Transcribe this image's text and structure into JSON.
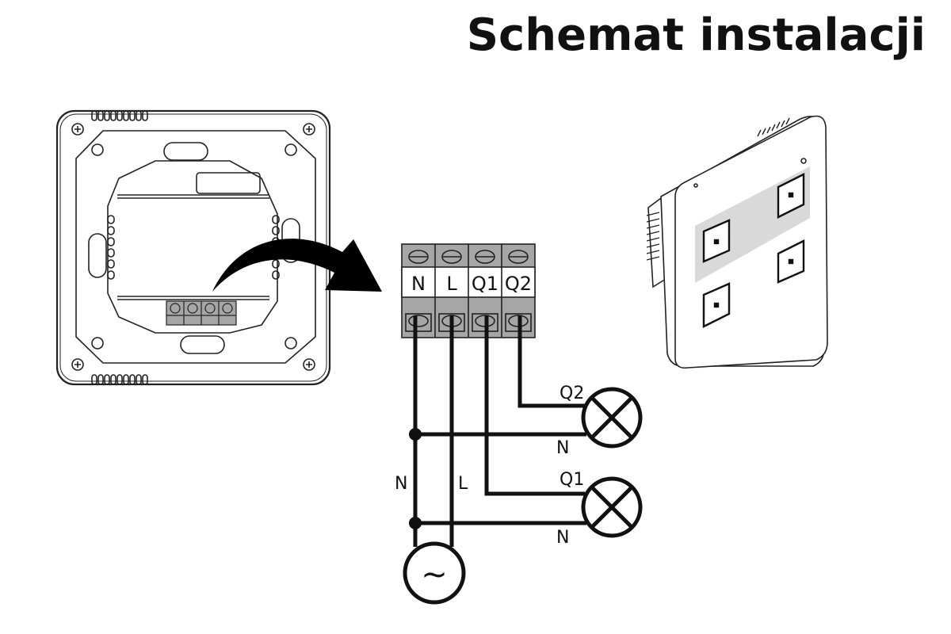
{
  "title": "Schemat instalacji",
  "terminal_block": {
    "labels": [
      "N",
      "L",
      "Q1",
      "Q2"
    ],
    "colors": {
      "screw_area": "#a6a6a6",
      "label_area": "#ffffff",
      "outline": "#222222"
    }
  },
  "wiring": {
    "supply_labels": {
      "neutral": "N",
      "live": "L"
    },
    "source_symbol": "~",
    "loads": [
      {
        "name": "lamp-q2",
        "output_label": "Q2",
        "neutral_label": "N"
      },
      {
        "name": "lamp-q1",
        "output_label": "Q1",
        "neutral_label": "N"
      }
    ]
  },
  "device_front": {
    "button_count": 4,
    "display_band_color": "#d9d9d9"
  }
}
